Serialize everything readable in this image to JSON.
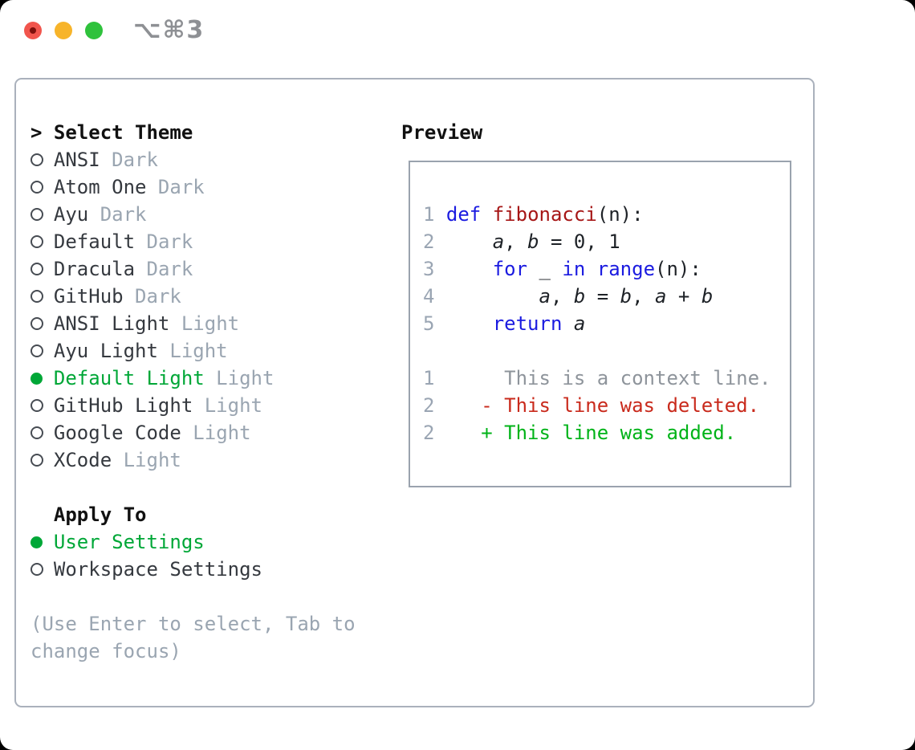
{
  "window": {
    "title": "⌥⌘3"
  },
  "colors": {
    "window_bg": "#ffffff",
    "panel_border": "#aab1bc",
    "preview_border": "#9aa3ae",
    "heading_text": "#111111",
    "item_text": "#35393f",
    "tag_gray": "#9aa5b1",
    "hint_gray": "#9aa5b1",
    "title_gray": "#8e9094",
    "green": "#00a737",
    "keyword_blue": "#1b1be0",
    "function_red": "#a61616",
    "code_text": "#1e2227",
    "line_number_gray": "#9aa5b3",
    "context_gray": "#8e949b",
    "deleted_red": "#c92a1c",
    "added_green": "#00b318",
    "traffic_red": "#f1554d",
    "traffic_red_dot": "#7e100c",
    "traffic_yellow": "#f7b42a",
    "traffic_green": "#2fc23c"
  },
  "theme_list": {
    "header": {
      "marker": ">",
      "label": "Select Theme"
    },
    "items": [
      {
        "name": "ANSI",
        "tag": "Dark",
        "selected": false
      },
      {
        "name": "Atom One",
        "tag": "Dark",
        "selected": false
      },
      {
        "name": "Ayu",
        "tag": "Dark",
        "selected": false
      },
      {
        "name": "Default",
        "tag": "Dark",
        "selected": false
      },
      {
        "name": "Dracula",
        "tag": "Dark",
        "selected": false
      },
      {
        "name": "GitHub",
        "tag": "Dark",
        "selected": false
      },
      {
        "name": "ANSI Light",
        "tag": "Light",
        "selected": false
      },
      {
        "name": "Ayu Light",
        "tag": "Light",
        "selected": false
      },
      {
        "name": "Default Light",
        "tag": "Light",
        "selected": true
      },
      {
        "name": "GitHub Light",
        "tag": "Light",
        "selected": false
      },
      {
        "name": "Google Code",
        "tag": "Light",
        "selected": false
      },
      {
        "name": "XCode",
        "tag": "Light",
        "selected": false
      }
    ]
  },
  "apply_to": {
    "header": "Apply To",
    "items": [
      {
        "name": "User Settings",
        "selected": true
      },
      {
        "name": "Workspace Settings",
        "selected": false
      }
    ]
  },
  "hint": {
    "line1": "(Use Enter to select, Tab to",
    "line2": "change focus)"
  },
  "preview": {
    "heading": "Preview",
    "code_lines": [
      {
        "tokens": [
          {
            "t": "1 ",
            "c": "num"
          },
          {
            "t": "def",
            "c": "kw"
          },
          {
            "t": " "
          },
          {
            "t": "fibonacci",
            "c": "fn"
          },
          {
            "t": "(n):"
          }
        ]
      },
      {
        "tokens": [
          {
            "t": "2 ",
            "c": "num"
          },
          {
            "t": "    "
          },
          {
            "t": "a",
            "i": true
          },
          {
            "t": ", "
          },
          {
            "t": "b",
            "i": true
          },
          {
            "t": " = 0, 1"
          }
        ]
      },
      {
        "tokens": [
          {
            "t": "3 ",
            "c": "num"
          },
          {
            "t": "    "
          },
          {
            "t": "for",
            "c": "kw"
          },
          {
            "t": " _ "
          },
          {
            "t": "in",
            "c": "kw"
          },
          {
            "t": " "
          },
          {
            "t": "range",
            "c": "kw"
          },
          {
            "t": "(n):"
          }
        ]
      },
      {
        "tokens": [
          {
            "t": "4 ",
            "c": "num"
          },
          {
            "t": "        "
          },
          {
            "t": "a",
            "i": true
          },
          {
            "t": ", "
          },
          {
            "t": "b",
            "i": true
          },
          {
            "t": " = "
          },
          {
            "t": "b",
            "i": true
          },
          {
            "t": ", "
          },
          {
            "t": "a",
            "i": true
          },
          {
            "t": " + "
          },
          {
            "t": "b",
            "i": true
          }
        ]
      },
      {
        "tokens": [
          {
            "t": "5 ",
            "c": "num"
          },
          {
            "t": "    "
          },
          {
            "t": "return",
            "c": "kw"
          },
          {
            "t": " "
          },
          {
            "t": "a",
            "i": true
          }
        ]
      },
      {
        "tokens": []
      },
      {
        "tokens": [
          {
            "t": "1",
            "c": "num"
          },
          {
            "t": "      "
          },
          {
            "t": "This is a context line.",
            "c": "ctx"
          }
        ]
      },
      {
        "tokens": [
          {
            "t": "2",
            "c": "num"
          },
          {
            "t": "    "
          },
          {
            "t": "- This line was deleted.",
            "c": "del"
          }
        ]
      },
      {
        "tokens": [
          {
            "t": "2",
            "c": "num"
          },
          {
            "t": "    "
          },
          {
            "t": "+ This line was added.",
            "c": "add"
          }
        ]
      }
    ]
  }
}
